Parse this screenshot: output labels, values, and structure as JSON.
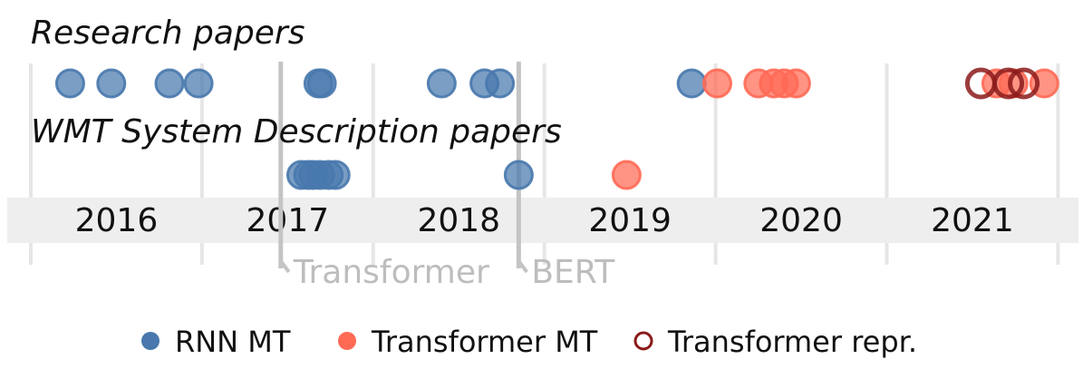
{
  "chart_data": {
    "type": "scatter",
    "x_axis": {
      "unit": "year",
      "range": [
        2015.5,
        2021.8
      ],
      "tick_labels": [
        "2016",
        "2017",
        "2018",
        "2019",
        "2020",
        "2021"
      ]
    },
    "rows": [
      {
        "label": "Research papers"
      },
      {
        "label": "WMT System Description papers"
      }
    ],
    "events": [
      {
        "label": "Transformer",
        "x": 2016.96
      },
      {
        "label": "BERT",
        "x": 2018.35
      }
    ],
    "series": [
      {
        "name": "RNN MT",
        "color": "#4878ad",
        "marker": "filled",
        "points": [
          {
            "row": 0,
            "x": 2015.73
          },
          {
            "row": 0,
            "x": 2015.97
          },
          {
            "row": 0,
            "x": 2016.31
          },
          {
            "row": 0,
            "x": 2016.48
          },
          {
            "row": 0,
            "x": 2017.18
          },
          {
            "row": 0,
            "x": 2017.2
          },
          {
            "row": 0,
            "x": 2017.9
          },
          {
            "row": 0,
            "x": 2018.15
          },
          {
            "row": 0,
            "x": 2018.24
          },
          {
            "row": 0,
            "x": 2019.36
          },
          {
            "row": 1,
            "x": 2017.08
          },
          {
            "row": 1,
            "x": 2017.12
          },
          {
            "row": 1,
            "x": 2017.15
          },
          {
            "row": 1,
            "x": 2017.19
          },
          {
            "row": 1,
            "x": 2017.24
          },
          {
            "row": 1,
            "x": 2017.28
          },
          {
            "row": 1,
            "x": 2018.35
          }
        ]
      },
      {
        "name": "Transformer MT",
        "color": "#ff6a55",
        "marker": "filled",
        "points": [
          {
            "row": 0,
            "x": 2019.51
          },
          {
            "row": 0,
            "x": 2019.75
          },
          {
            "row": 0,
            "x": 2019.84
          },
          {
            "row": 0,
            "x": 2019.9
          },
          {
            "row": 0,
            "x": 2019.97
          },
          {
            "row": 0,
            "x": 2021.14
          },
          {
            "row": 0,
            "x": 2021.24
          },
          {
            "row": 0,
            "x": 2021.42
          },
          {
            "row": 1,
            "x": 2018.98
          }
        ]
      },
      {
        "name": "Transformer repr.",
        "color": "#8b1a1a",
        "marker": "hollow",
        "points": [
          {
            "row": 0,
            "x": 2021.05
          },
          {
            "row": 0,
            "x": 2021.21
          },
          {
            "row": 0,
            "x": 2021.3
          }
        ]
      }
    ],
    "legend": {
      "placement": "bottom-center"
    },
    "grid": true
  }
}
